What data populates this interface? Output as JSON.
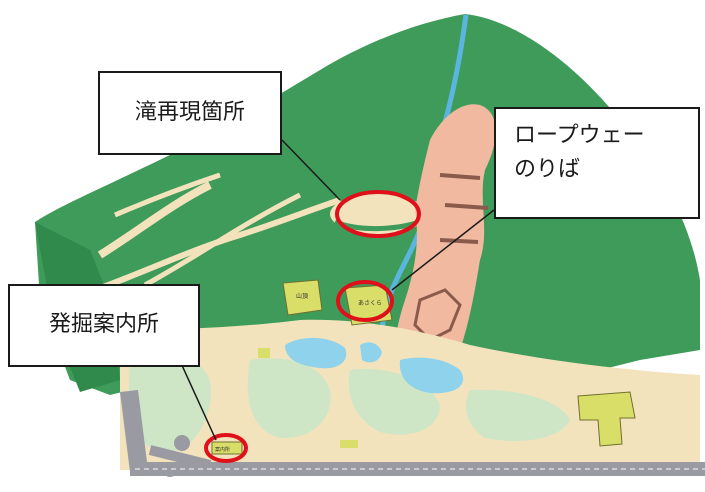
{
  "colors": {
    "forest": "#3f9b5a",
    "forest_dark": "#2f7d45",
    "path": "#f3e3bd",
    "castle": "#f1b9a0",
    "castle_wall": "#8a5a4a",
    "water": "#5ab6de",
    "pond": "#8fd2ec",
    "lawn": "#cfe6c6",
    "building": "#d8de68",
    "road": "#9a9aa2",
    "marker": "#e0101a"
  },
  "callouts": {
    "falls": "滝再現箇所",
    "ropeway_line1": "ロープウェー",
    "ropeway_line2": "のりば",
    "dig": "発掘案内所"
  },
  "map_labels": {
    "bldg1": "山頂",
    "bldg2": "あさくら",
    "bldg3": "案内所"
  }
}
